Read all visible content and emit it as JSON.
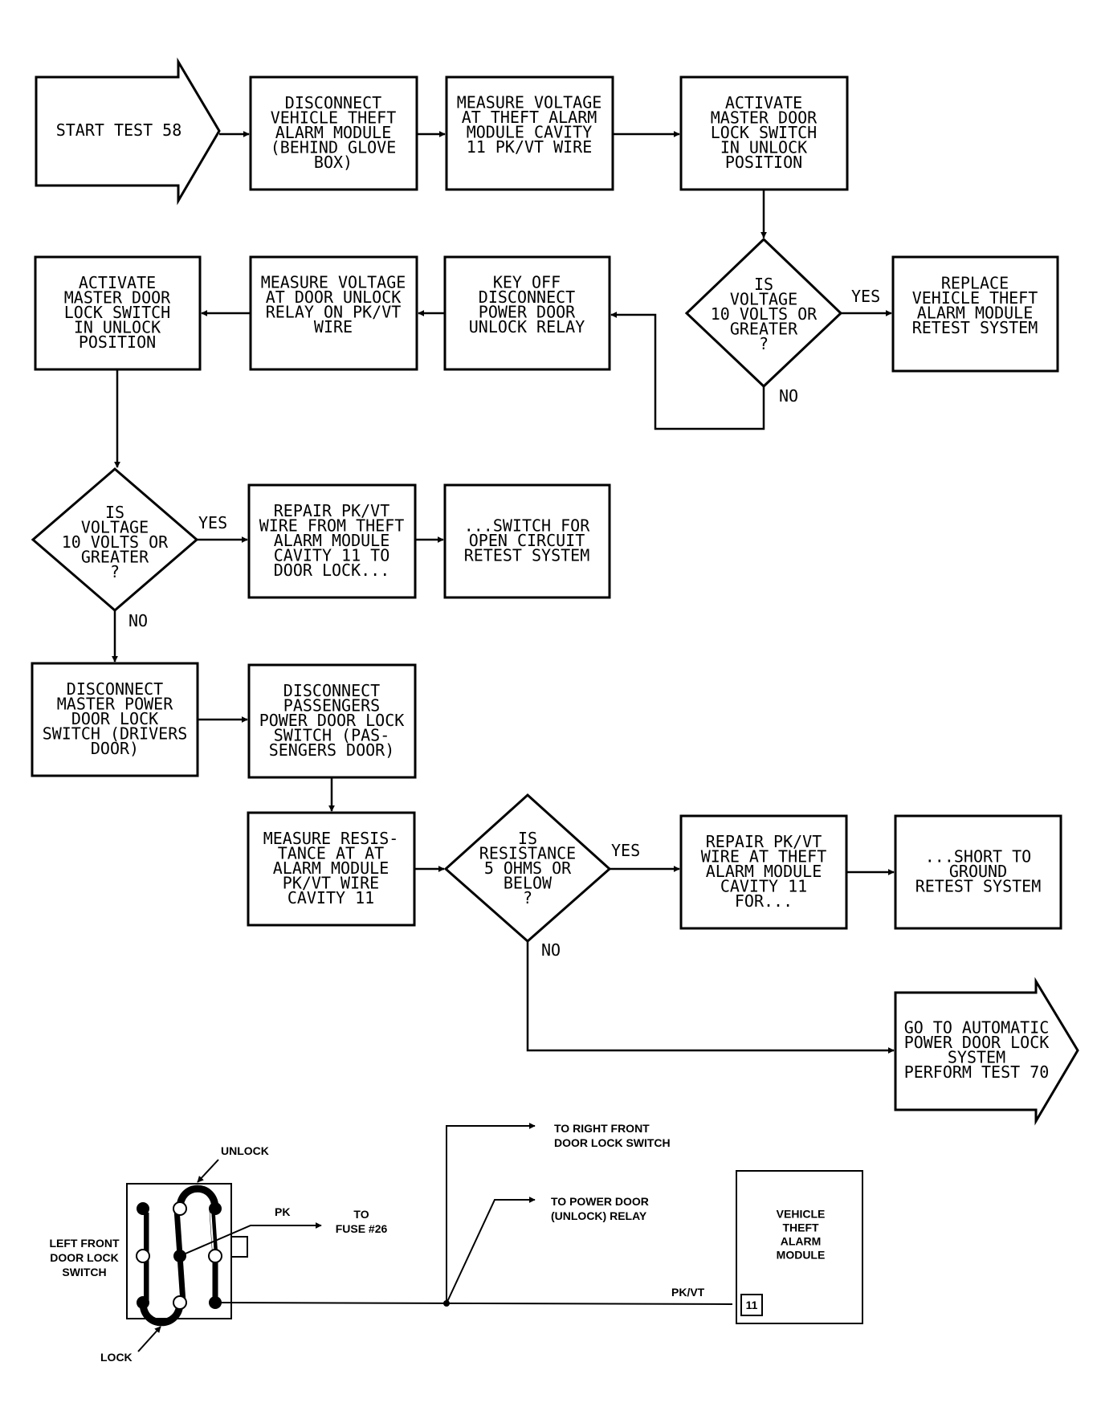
{
  "flowchart": {
    "start": [
      "START TEST 58"
    ],
    "step1": [
      "DISCONNECT",
      "VEHICLE THEFT",
      "ALARM MODULE",
      "(BEHIND GLOVE",
      "BOX)"
    ],
    "step2": [
      "MEASURE VOLTAGE",
      "AT THEFT ALARM",
      "MODULE CAVITY",
      "11 PK/VT WIRE"
    ],
    "step3": [
      "ACTIVATE",
      "MASTER DOOR",
      "LOCK SWITCH",
      "IN UNLOCK",
      "POSITION"
    ],
    "decision1": [
      "IS",
      "VOLTAGE",
      "10 VOLTS OR",
      "GREATER",
      "?"
    ],
    "decision1_yes": "YES",
    "decision1_no": "NO",
    "replace_module": [
      "REPLACE",
      "VEHICLE THEFT",
      "ALARM MODULE",
      "RETEST SYSTEM"
    ],
    "key_off": [
      "KEY OFF",
      "DISCONNECT",
      "POWER DOOR",
      "UNLOCK RELAY"
    ],
    "measure_relay": [
      "MEASURE VOLTAGE",
      "AT DOOR UNLOCK",
      "RELAY ON PK/VT",
      "WIRE"
    ],
    "activate2": [
      "ACTIVATE",
      "MASTER DOOR",
      "LOCK SWITCH",
      "IN UNLOCK",
      "POSITION"
    ],
    "decision2": [
      "IS",
      "VOLTAGE",
      "10 VOLTS OR",
      "GREATER",
      "?"
    ],
    "decision2_yes": "YES",
    "decision2_no": "NO",
    "repair_open_a": [
      "REPAIR PK/VT",
      "WIRE FROM THEFT",
      "ALARM MODULE",
      "CAVITY 11 TO",
      "DOOR LOCK..."
    ],
    "repair_open_b": [
      "...SWITCH FOR",
      "OPEN CIRCUIT",
      "RETEST SYSTEM"
    ],
    "disconnect_master": [
      "DISCONNECT",
      "MASTER POWER",
      "DOOR LOCK",
      "SWITCH (DRIVERS",
      "DOOR)"
    ],
    "disconnect_pass": [
      "DISCONNECT",
      "PASSENGERS",
      "POWER DOOR LOCK",
      "SWITCH (PAS-",
      "SENGERS DOOR)"
    ],
    "measure_res": [
      "MEASURE RESIS-",
      "TANCE AT AT",
      "ALARM MODULE",
      "PK/VT WIRE",
      "CAVITY 11"
    ],
    "decision3": [
      "IS",
      "RESISTANCE",
      "5 OHMS OR",
      "BELOW",
      "?"
    ],
    "decision3_yes": "YES",
    "decision3_no": "NO",
    "repair_short_a": [
      "REPAIR PK/VT",
      "WIRE AT THEFT",
      "ALARM MODULE",
      "CAVITY 11",
      "FOR..."
    ],
    "repair_short_b": [
      "...SHORT TO",
      "GROUND",
      "RETEST SYSTEM"
    ],
    "goto": [
      "GO TO AUTOMATIC",
      "POWER DOOR LOCK",
      "SYSTEM",
      "PERFORM TEST 70"
    ]
  },
  "wiring": {
    "switch_label": [
      "LEFT FRONT",
      "DOOR LOCK",
      "SWITCH"
    ],
    "unlock_label": "UNLOCK",
    "lock_label": "LOCK",
    "pk_label": "PK",
    "fuse_label": [
      "TO",
      "FUSE #26"
    ],
    "right_front_label": [
      "TO RIGHT FRONT",
      "DOOR LOCK SWITCH"
    ],
    "relay_label": [
      "TO POWER DOOR",
      "(UNLOCK) RELAY"
    ],
    "pkvt_label": "PK/VT",
    "module_label": [
      "VEHICLE",
      "THEFT",
      "ALARM",
      "MODULE"
    ],
    "cavity_label": "11"
  }
}
